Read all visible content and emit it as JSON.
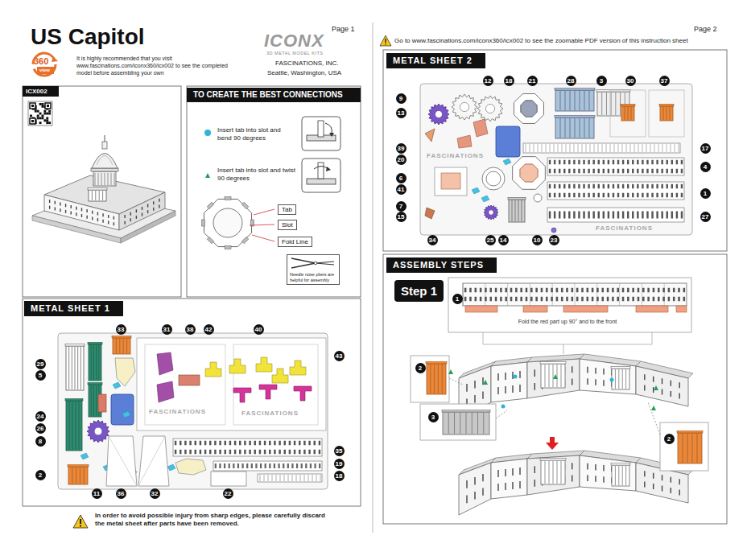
{
  "diagram": {
    "title": "US Capitol",
    "nodes": [
      {
        "text": [
          "ICX002"
        ]
      },
      {
        "text": [
          "TO CREATE THE BEST CONNECTIONS"
        ]
      },
      {
        "text": [
          "Tab"
        ]
      },
      {
        "text": [
          "Slot"
        ]
      },
      {
        "text": [
          "Fold Line"
        ]
      },
      {
        "text": [
          "Needle nose pliers are helpful for assembly"
        ]
      },
      {
        "text": [
          "METAL SHEET 1"
        ]
      },
      {
        "text": [
          "METAL SHEET 2"
        ]
      },
      {
        "text": [
          "ASSEMBLY STEPS"
        ]
      },
      {
        "text": [
          "Step 1"
        ]
      }
    ],
    "labels": [
      "Page 1",
      "360",
      "view",
      "It is highly recommended that you visit www.fascinations.com/iconx360/icx002 to see the completed model before assembling your own",
      "ICONX",
      "3D METAL MODEL KITS",
      "FASCINATIONS, INC.",
      "Seattle, Washington, USA",
      "Insert tab into slot and bend 90 degrees",
      "Insert tab into slot and twist 90 degrees",
      "33",
      "31",
      "38",
      "42",
      "40",
      "43",
      "29",
      "5",
      "24",
      "26",
      "8",
      "2",
      "11",
      "36",
      "32",
      "22",
      "35",
      "19",
      "18",
      "FASCINATIONS",
      "FASCINATIONS",
      "In order to avoid possible injury from sharp edges, please carefully discard the metal sheet after parts have been removed.",
      "Page 2",
      "Go to www.fascinations.com/iconx360/icx002 to see the zoomable PDF version of this instruction sheet",
      "12",
      "18",
      "21",
      "28",
      "3",
      "30",
      "37",
      "9",
      "13",
      "17",
      "4",
      "39",
      "20",
      "6",
      "41",
      "1",
      "7",
      "15",
      "27",
      "34",
      "25",
      "14",
      "10",
      "23",
      "FASCINATIONS",
      "FASCINATIONS",
      "Fold the red part up 90° and to the front",
      "1",
      "2",
      "3",
      "2"
    ]
  }
}
